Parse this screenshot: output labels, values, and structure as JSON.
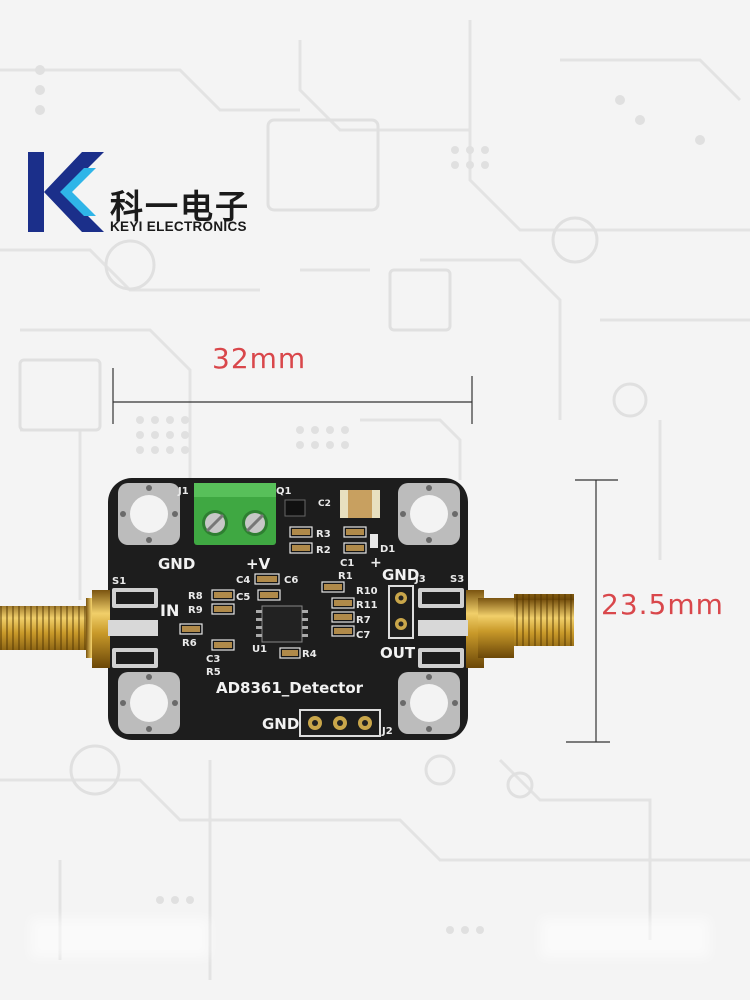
{
  "brand": {
    "name_cn": "科一电子",
    "name_en": "KEYI ELECTRONICS",
    "logo_colors": {
      "dark": "#1b2f8a",
      "light": "#2fb5e8"
    }
  },
  "dimensions": {
    "width_label": "32mm",
    "height_label": "23.5mm",
    "label_color": "#d9474b"
  },
  "board": {
    "title": "AD8361_Detector",
    "pcb_color": "#1d1d1d",
    "labels": {
      "gnd_left": "GND",
      "plus_v": "+V",
      "in": "IN",
      "out": "OUT",
      "gnd_right": "GND",
      "gnd_bottom": "GND",
      "j1": "J1",
      "j2": "J2",
      "j3": "J3",
      "s1": "S1",
      "s3": "S3",
      "q1": "Q1",
      "c1": "C1",
      "c2": "C2",
      "c3": "C3",
      "c4": "C4",
      "c5": "C5",
      "c6": "C6",
      "c7": "C7",
      "r1": "R1",
      "r2": "R2",
      "r3": "R3",
      "r4": "R4",
      "r5": "R5",
      "r6": "R6",
      "r7": "R7",
      "r8": "R8",
      "r9": "R9",
      "r10": "R10",
      "r11": "R11",
      "u1": "U1",
      "d1": "D1",
      "plus": "+"
    }
  }
}
